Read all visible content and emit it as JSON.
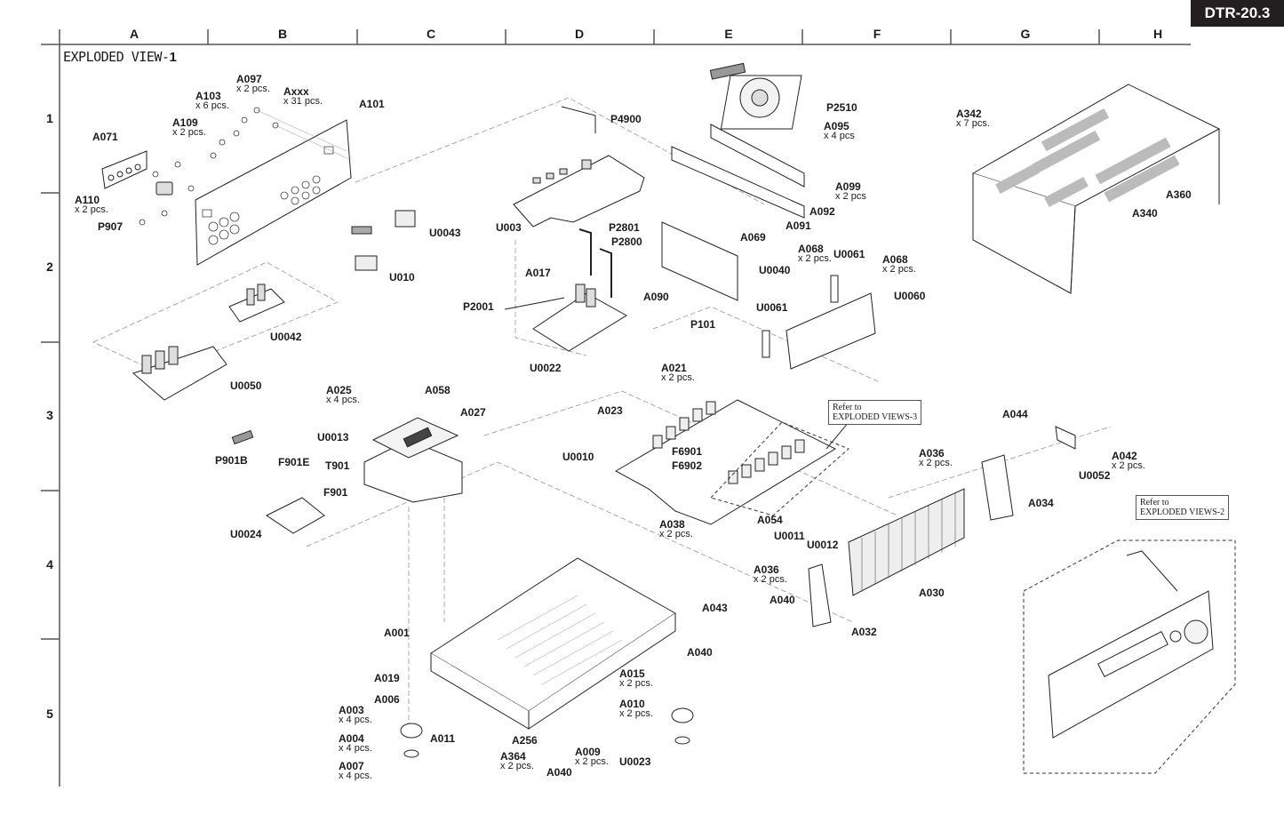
{
  "model": "DTR-20.3",
  "title": {
    "text": "EXPLODED VIEW-",
    "number": "1"
  },
  "grid": {
    "columns": [
      "A",
      "B",
      "C",
      "D",
      "E",
      "F",
      "G",
      "H"
    ],
    "rows": [
      "1",
      "2",
      "3",
      "4",
      "5"
    ]
  },
  "references": [
    {
      "line1": "Refer to",
      "line2": "EXPLODED VIEWS-3"
    },
    {
      "line1": "Refer to",
      "line2": "EXPLODED VIEWS-2"
    }
  ],
  "parts": [
    {
      "code": "A097",
      "qty": "x 2 pcs."
    },
    {
      "code": "A103",
      "qty": "x 6 pcs."
    },
    {
      "code": "Axxx",
      "qty": "x 31 pcs."
    },
    {
      "code": "A101",
      "qty": ""
    },
    {
      "code": "A109",
      "qty": "x 2 pcs."
    },
    {
      "code": "A071",
      "qty": ""
    },
    {
      "code": "A110",
      "qty": "x 2 pcs."
    },
    {
      "code": "P907",
      "qty": ""
    },
    {
      "code": "U0043",
      "qty": ""
    },
    {
      "code": "U010",
      "qty": ""
    },
    {
      "code": "U0042",
      "qty": ""
    },
    {
      "code": "U0050",
      "qty": ""
    },
    {
      "code": "P4900",
      "qty": ""
    },
    {
      "code": "U003",
      "qty": ""
    },
    {
      "code": "P2801",
      "qty": ""
    },
    {
      "code": "P2800",
      "qty": ""
    },
    {
      "code": "A017",
      "qty": ""
    },
    {
      "code": "P2001",
      "qty": ""
    },
    {
      "code": "U0022",
      "qty": ""
    },
    {
      "code": "P2510",
      "qty": ""
    },
    {
      "code": "A095",
      "qty": "x 4 pcs"
    },
    {
      "code": "A099",
      "qty": "x 2 pcs"
    },
    {
      "code": "A092",
      "qty": ""
    },
    {
      "code": "A091",
      "qty": ""
    },
    {
      "code": "A069",
      "qty": ""
    },
    {
      "code": "U0040",
      "qty": ""
    },
    {
      "code": "A090",
      "qty": ""
    },
    {
      "code": "A068",
      "qty": "x 2 pcs."
    },
    {
      "code": "U0061",
      "qty": ""
    },
    {
      "code": "A068",
      "qty": "x 2 pcs."
    },
    {
      "code": "U0060",
      "qty": ""
    },
    {
      "code": "U0061",
      "qty": ""
    },
    {
      "code": "A342",
      "qty": "x 7 pcs."
    },
    {
      "code": "A360",
      "qty": ""
    },
    {
      "code": "A340",
      "qty": ""
    },
    {
      "code": "P101",
      "qty": ""
    },
    {
      "code": "A021",
      "qty": "x 2 pcs."
    },
    {
      "code": "A023",
      "qty": ""
    },
    {
      "code": "U0010",
      "qty": ""
    },
    {
      "code": "F6901",
      "qty": ""
    },
    {
      "code": "F6902",
      "qty": ""
    },
    {
      "code": "A038",
      "qty": "x 2 pcs."
    },
    {
      "code": "A054",
      "qty": ""
    },
    {
      "code": "U0011",
      "qty": ""
    },
    {
      "code": "U0012",
      "qty": ""
    },
    {
      "code": "A025",
      "qty": "x 4 pcs."
    },
    {
      "code": "A058",
      "qty": ""
    },
    {
      "code": "A027",
      "qty": ""
    },
    {
      "code": "U0013",
      "qty": ""
    },
    {
      "code": "T901",
      "qty": ""
    },
    {
      "code": "P901B",
      "qty": ""
    },
    {
      "code": "F901E",
      "qty": ""
    },
    {
      "code": "F901",
      "qty": ""
    },
    {
      "code": "U0024",
      "qty": ""
    },
    {
      "code": "A044",
      "qty": ""
    },
    {
      "code": "A036",
      "qty": "x 2 pcs."
    },
    {
      "code": "A042",
      "qty": "x 2 pcs."
    },
    {
      "code": "U0052",
      "qty": ""
    },
    {
      "code": "A034",
      "qty": ""
    },
    {
      "code": "A036",
      "qty": "x 2 pcs."
    },
    {
      "code": "A040",
      "qty": ""
    },
    {
      "code": "A030",
      "qty": ""
    },
    {
      "code": "A032",
      "qty": ""
    },
    {
      "code": "A043",
      "qty": ""
    },
    {
      "code": "A001",
      "qty": ""
    },
    {
      "code": "A040",
      "qty": ""
    },
    {
      "code": "A019",
      "qty": ""
    },
    {
      "code": "A015",
      "qty": "x 2 pcs."
    },
    {
      "code": "A006",
      "qty": ""
    },
    {
      "code": "A010",
      "qty": "x 2 pcs."
    },
    {
      "code": "A003",
      "qty": "x 4 pcs."
    },
    {
      "code": "A011",
      "qty": ""
    },
    {
      "code": "A256",
      "qty": ""
    },
    {
      "code": "A009",
      "qty": "x 2 pcs."
    },
    {
      "code": "U0023",
      "qty": ""
    },
    {
      "code": "A364",
      "qty": "x 2 pcs."
    },
    {
      "code": "A004",
      "qty": "x 4 pcs."
    },
    {
      "code": "A040",
      "qty": ""
    },
    {
      "code": "A007",
      "qty": "x 4 pcs."
    }
  ]
}
